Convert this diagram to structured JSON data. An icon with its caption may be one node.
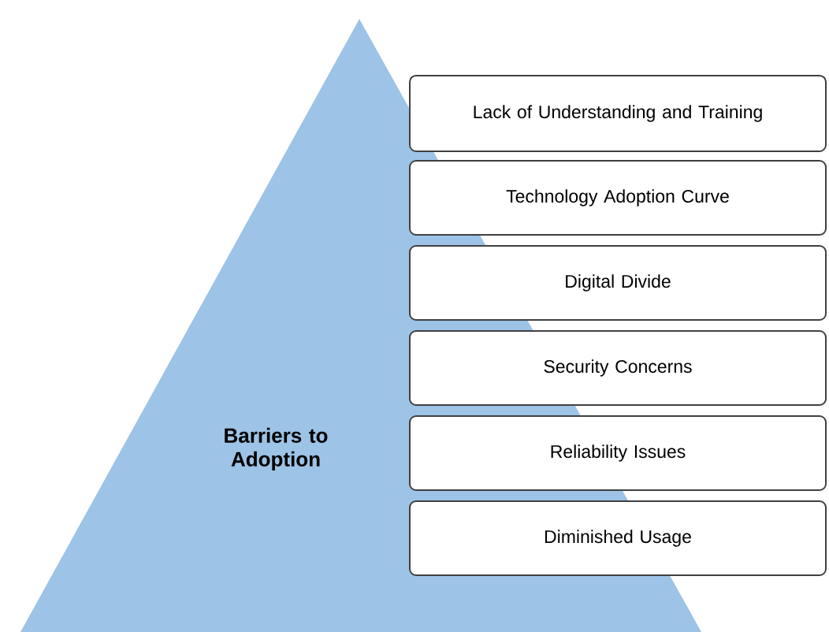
{
  "diagram": {
    "nodes": [
      {
        "text": [
          "Barriers to Adoption"
        ]
      },
      {
        "text": [
          "Lack of Understanding and Training"
        ]
      },
      {
        "text": [
          "Technology Adoption Curve"
        ]
      },
      {
        "text": [
          "Digital Divide"
        ]
      },
      {
        "text": [
          "Security Concerns"
        ]
      },
      {
        "text": [
          "Reliability Issues"
        ]
      },
      {
        "text": [
          "Diminished Usage"
        ]
      }
    ]
  }
}
